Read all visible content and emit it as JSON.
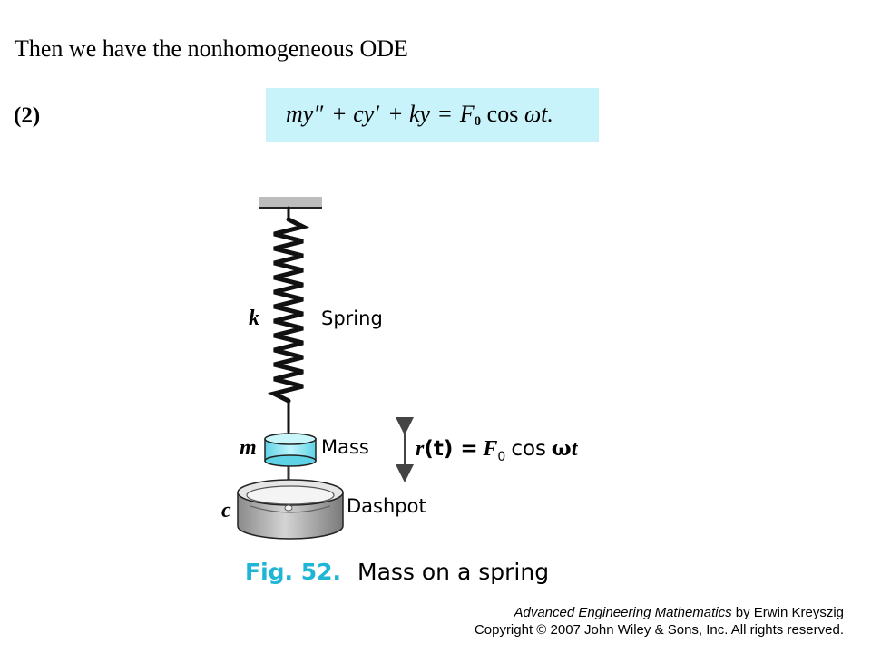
{
  "text": {
    "intro": "Then we have the nonhomogeneous ODE",
    "eq_number": "(2)"
  },
  "equation": {
    "lhs_1": "my″",
    "lhs_2": "+ cy′",
    "lhs_3": "+ ky",
    "equals": "=",
    "F": "F",
    "F_sub": "0",
    "cos": "cos",
    "omega_t": "ωt."
  },
  "figure": {
    "k_label": "k",
    "spring_label": "Spring",
    "m_label": "m",
    "mass_label": "Mass",
    "c_label": "c",
    "dashpot_label": "Dashpot",
    "force_r": "r",
    "force_t": "(t) =",
    "force_F": "F",
    "force_sub": "0",
    "force_cos": "cos",
    "force_omega": "ω",
    "force_tt": "t",
    "caption_num": "Fig. 52.",
    "caption_text": "Mass on a spring"
  },
  "credit": {
    "book": "Advanced Engineering Mathematics",
    "author": " by Erwin Kreyszig",
    "copyright": "Copyright © 2007 John Wiley & Sons, Inc.  All rights reserved."
  },
  "colors": {
    "equation_bg": "#c9f3fb",
    "mass_fill": "#7fe3f2",
    "caption_accent": "#1fb6d6"
  }
}
